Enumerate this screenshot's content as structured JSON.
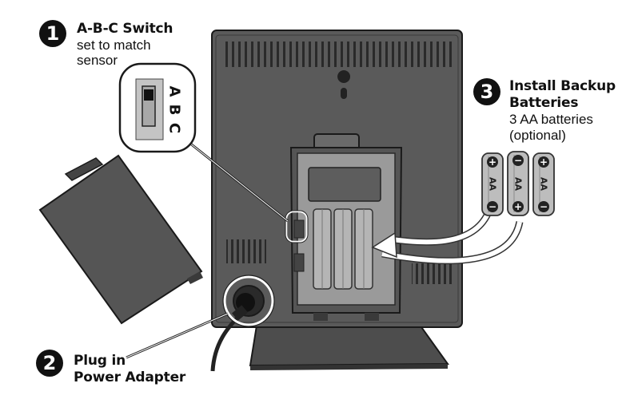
{
  "steps": [
    {
      "number": "1",
      "title": "A-B-C Switch",
      "sub_lines": [
        "set to match",
        "sensor"
      ]
    },
    {
      "number": "2",
      "title_lines": [
        "Plug in",
        "Power Adapter"
      ]
    },
    {
      "number": "3",
      "title_lines": [
        "Install Backup",
        "Batteries"
      ],
      "sub_lines": [
        "3 AA batteries",
        "(optional)"
      ]
    }
  ],
  "switch_letters": [
    "A",
    "B",
    "C"
  ],
  "batteries": [
    {
      "label": "AA",
      "top_terminal": "+",
      "bottom_terminal": "−"
    },
    {
      "label": "AA",
      "top_terminal": "−",
      "bottom_terminal": "+"
    },
    {
      "label": "AA",
      "top_terminal": "+",
      "bottom_terminal": "−"
    }
  ],
  "colors": {
    "device_body": "#5a5a5a",
    "panel_light": "#9a9a9a",
    "outline": "#1a1a1a",
    "battery_gray": "#bdbdbd"
  }
}
